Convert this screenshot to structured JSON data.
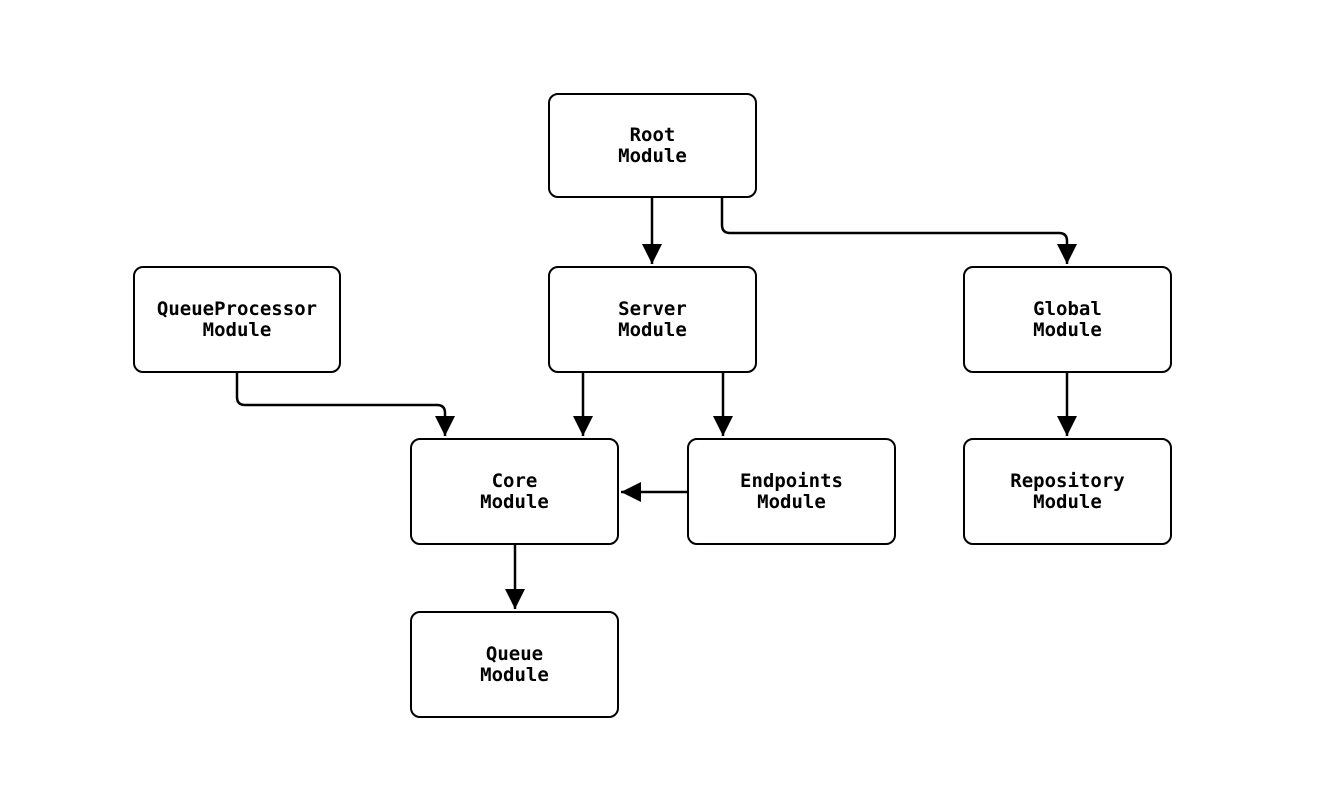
{
  "diagram": {
    "type": "flowchart",
    "background_color": "#ffffff",
    "stroke_color": "#000000",
    "nodes": {
      "root": {
        "label": "Root\nModule"
      },
      "queueprocessor": {
        "label": "QueueProcessor\nModule"
      },
      "server": {
        "label": "Server\nModule"
      },
      "global": {
        "label": "Global\nModule"
      },
      "core": {
        "label": "Core\nModule"
      },
      "endpoints": {
        "label": "Endpoints\nModule"
      },
      "repository": {
        "label": "Repository\nModule"
      },
      "queue": {
        "label": "Queue\nModule"
      }
    },
    "edges": [
      {
        "from": "Root Module",
        "to": "Server Module"
      },
      {
        "from": "Root Module",
        "to": "Global Module"
      },
      {
        "from": "QueueProcessor Module",
        "to": "Core Module"
      },
      {
        "from": "Server Module",
        "to": "Core Module"
      },
      {
        "from": "Server Module",
        "to": "Endpoints Module"
      },
      {
        "from": "Endpoints Module",
        "to": "Core Module"
      },
      {
        "from": "Core Module",
        "to": "Queue Module"
      },
      {
        "from": "Global Module",
        "to": "Repository Module"
      }
    ]
  }
}
